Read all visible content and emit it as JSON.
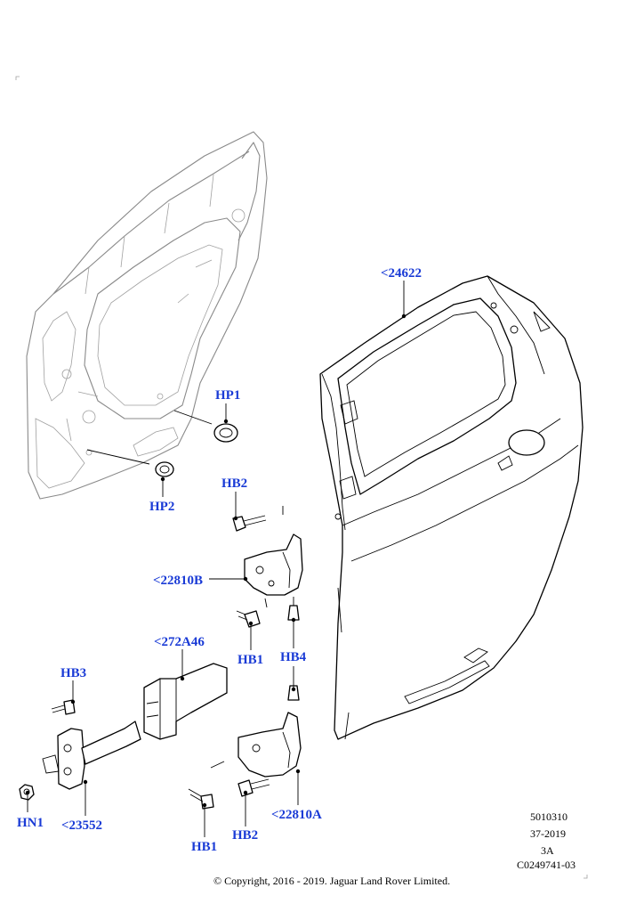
{
  "callouts": {
    "p24622": "<24622",
    "hp1": "HP1",
    "hp2": "HP2",
    "hb2_top": "HB2",
    "p22810b": "<22810B",
    "hb1_mid": "HB1",
    "hb4": "HB4",
    "p272a46": "<272A46",
    "hb3": "HB3",
    "hn1": "HN1",
    "p23552": "<23552",
    "hb1_bottom": "HB1",
    "hb2_bottom": "HB2",
    "p22810a": "<22810A"
  },
  "info_block": {
    "line1": "5010310",
    "line2": "37-2019",
    "line3": "3A",
    "line4": "C0249741-03"
  },
  "copyright": "© Copyright, 2016 - 2019. Jaguar Land Rover Limited."
}
